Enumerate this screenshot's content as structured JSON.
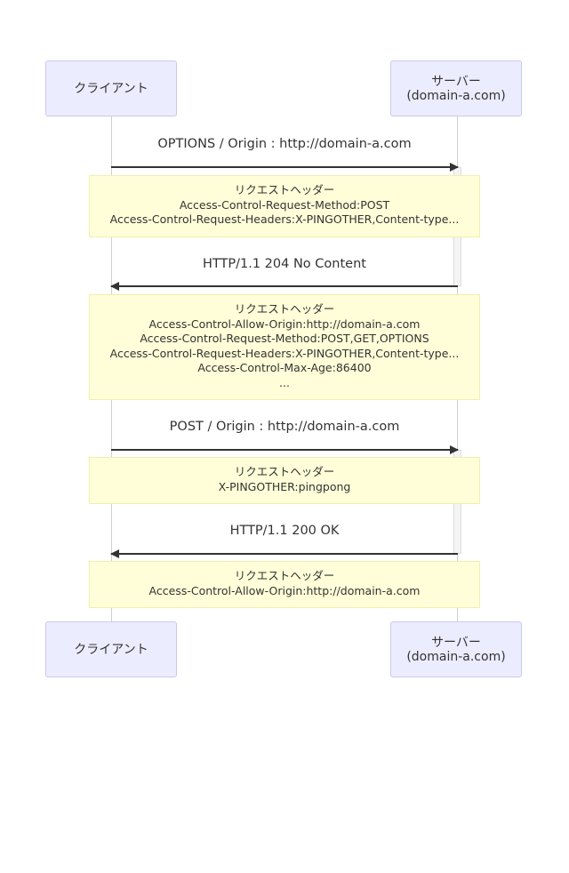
{
  "actors": {
    "client": "クライアント",
    "server": "サーバー\n(domain-a.com)"
  },
  "messages": [
    {
      "label": "OPTIONS / Origin : http://domain-a.com",
      "direction": "client-to-server"
    },
    {
      "label": "HTTP/1.1 204 No Content",
      "direction": "server-to-client"
    },
    {
      "label": "POST / Origin : http://domain-a.com",
      "direction": "client-to-server"
    },
    {
      "label": "HTTP/1.1 200 OK",
      "direction": "server-to-client"
    }
  ],
  "notes": [
    {
      "lines": [
        "リクエストヘッダー",
        "Access-Control-Request-Method:POST",
        "Access-Control-Request-Headers:X-PINGOTHER,Content-type..."
      ]
    },
    {
      "lines": [
        "リクエストヘッダー",
        "Access-Control-Allow-Origin:http://domain-a.com",
        "Access-Control-Request-Method:POST,GET,OPTIONS",
        "Access-Control-Request-Headers:X-PINGOTHER,Content-type...",
        "Access-Control-Max-Age:86400",
        "..."
      ]
    },
    {
      "lines": [
        "リクエストヘッダー",
        "X-PINGOTHER:pingpong"
      ]
    },
    {
      "lines": [
        "リクエストヘッダー",
        "Access-Control-Allow-Origin:http://domain-a.com"
      ]
    }
  ],
  "colors": {
    "actor_fill": "#ececff",
    "actor_border": "#c9c9ef",
    "note_fill": "#fffed8",
    "note_border": "#efefb0",
    "line": "#333333"
  }
}
